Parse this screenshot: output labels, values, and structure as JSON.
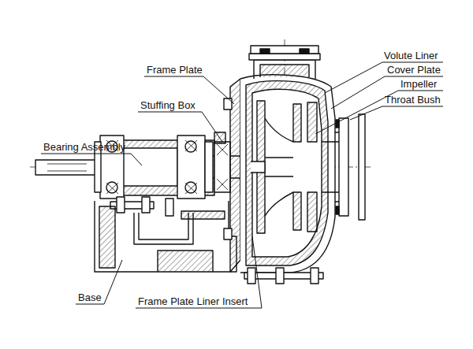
{
  "diagram": {
    "labels": [
      "Volute Liner",
      "Frame Plate",
      "Cover Plate",
      "Impeller",
      "Throat Bush",
      "Stuffing Box",
      "Bearing Assembly",
      "Base",
      "Frame Plate Liner Insert"
    ]
  }
}
